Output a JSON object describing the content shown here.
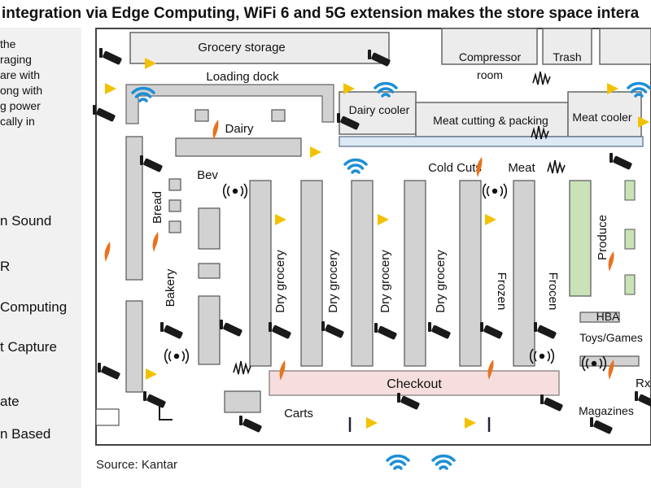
{
  "title": "integration via Edge Computing, WiFi 6 and 5G extension makes the store space intera",
  "side_panel": {
    "text_lines": [
      "the",
      "raging",
      "are with",
      "ong with",
      "g power",
      "cally in"
    ],
    "legend": [
      "n Sound",
      "R",
      "Computing",
      "t Capture",
      "ate",
      "n Based"
    ]
  },
  "store": {
    "areas": {
      "grocery_storage": "Grocery storage",
      "loading_dock": "Loading dock",
      "compressor_room_line1": "Compressor",
      "compressor_room_line2": "room",
      "trash": "Trash",
      "dairy_cooler": "Dairy cooler",
      "meat_cutting": "Meat cutting & packing",
      "meat_cooler": "Meat cooler",
      "dairy": "Dairy",
      "bev": "Bev",
      "cold_cuts": "Cold Cuts",
      "meat": "Meat",
      "bread": "Bread",
      "bakery": "Bakery",
      "produce": "Produce",
      "hba": "HBA",
      "toys_games": "Toys/Games",
      "rx": "Rx",
      "checkout": "Checkout",
      "carts": "Carts",
      "magazines": "Magazines"
    },
    "aisles": [
      "Dry grocery",
      "Dry grocery",
      "Dry grocery",
      "Dry grocery",
      "Frozen",
      "Frocen"
    ]
  },
  "source": "Source: Kantar",
  "colors": {
    "wifi": "#1c8fd6",
    "edge_triangle": "#f2c200",
    "flame": "#e8731e",
    "shelf": "#d2d2d2",
    "cooler": "#ececec",
    "produce": "#c9e2b8",
    "checkout": "#f6dede",
    "camera": "#1a1a1a"
  }
}
